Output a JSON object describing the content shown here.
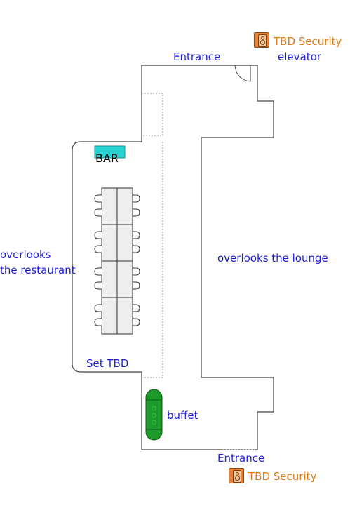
{
  "labels": {
    "entrance_top": "Entrance",
    "elevator": "elevator",
    "overlooks_restaurant_1": "overlooks",
    "overlooks_restaurant_2": "the restaurant",
    "overlooks_lounge": "overlooks the lounge",
    "set_tbd": "Set TBD",
    "buffet": "buffet",
    "entrance_bottom": "Entrance",
    "bar": "BAR"
  },
  "security": {
    "top": "TBD Security",
    "bottom": "TBD Security"
  },
  "colors": {
    "label_text": "#1f1fd6",
    "security_text": "#e07b18",
    "bar_fill": "#27d3d3",
    "buffet_fill": "#1e9a2a",
    "walls": "#333333"
  },
  "icons": {
    "security": "speaker-icon"
  }
}
